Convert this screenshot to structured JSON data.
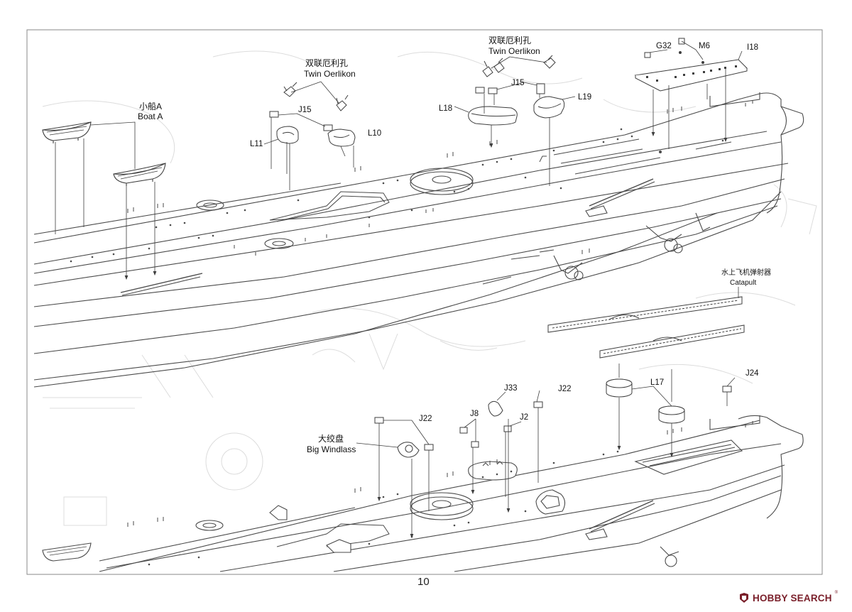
{
  "page": {
    "number": "10"
  },
  "labels": {
    "boat_zh": "小船A",
    "boat_en": "Boat A",
    "oerlikon_left_zh": "双联厄利孔",
    "oerlikon_left_en": "Twin Oerlikon",
    "oerlikon_right_zh": "双联厄利孔",
    "oerlikon_right_en": "Twin Oerlikon",
    "j15_left": "J15",
    "j15_right": "J15",
    "l10": "L10",
    "l11": "L11",
    "l18": "L18",
    "l19": "L19",
    "g32": "G32",
    "m6": "M6",
    "i18": "I18",
    "catapult_zh": "水上飞机弹射器",
    "catapult_en": "Catapult",
    "l17": "L17",
    "j24": "J24",
    "j33": "J33",
    "j22_top": "J22",
    "j22_left": "J22",
    "j8": "J8",
    "j2": "J2",
    "windlass_zh": "大绞盘",
    "windlass_en": "Big Windlass"
  },
  "watermark": {
    "brand": "HOBBY SEARCH",
    "trademark": "®"
  },
  "colors": {
    "line": "#4a4a4a",
    "ghost": "#d9d9d9",
    "brand": "#7a1f2a"
  }
}
